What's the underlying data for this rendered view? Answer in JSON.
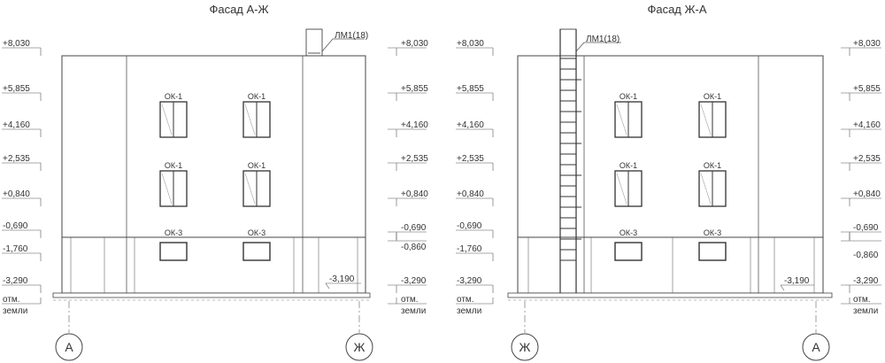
{
  "facades": [
    {
      "title": "Фасад А-Ж",
      "ladder_label": "ЛМ1(18)",
      "axis_left": "А",
      "axis_right": "Ж",
      "left_levels": [
        "+8,030",
        "+5,855",
        "+4,160",
        "+2,535",
        "+0,840",
        "-0,690",
        "-1,760",
        "-3,290"
      ],
      "left_ground": [
        "отм.",
        "земли"
      ],
      "right_levels": [
        "+8,030",
        "+5,855",
        "+4,160",
        "+2,535",
        "+0,840",
        "-0,690",
        "-0,860",
        "-3,290"
      ],
      "right_ground": [
        "отм.",
        "земли"
      ],
      "inner_level": "-3,190",
      "window_labels": [
        "ОК-1",
        "ОК-1",
        "ОК-1",
        "ОК-1",
        "ОК-3",
        "ОК-3"
      ]
    },
    {
      "title": "Фасад Ж-А",
      "ladder_label": "ЛМ1(18)",
      "axis_left": "Ж",
      "axis_right": "А",
      "left_levels": [
        "+8,030",
        "+5,855",
        "+4,160",
        "+2,535",
        "+0,840",
        "-0,690",
        "-1,760",
        "-3,290"
      ],
      "left_ground": [
        "отм.",
        "земли"
      ],
      "right_levels": [
        "+8,030",
        "+5,855",
        "+4,160",
        "+2,535",
        "+0,840",
        "-0,690",
        "-0,860",
        "-3,290"
      ],
      "right_ground": [
        "отм.",
        "земли"
      ],
      "inner_level": "-3,190",
      "window_labels": [
        "ОК-1",
        "ОК-1",
        "ОК-1",
        "ОК-1",
        "ОК-3",
        "ОК-3"
      ]
    }
  ]
}
